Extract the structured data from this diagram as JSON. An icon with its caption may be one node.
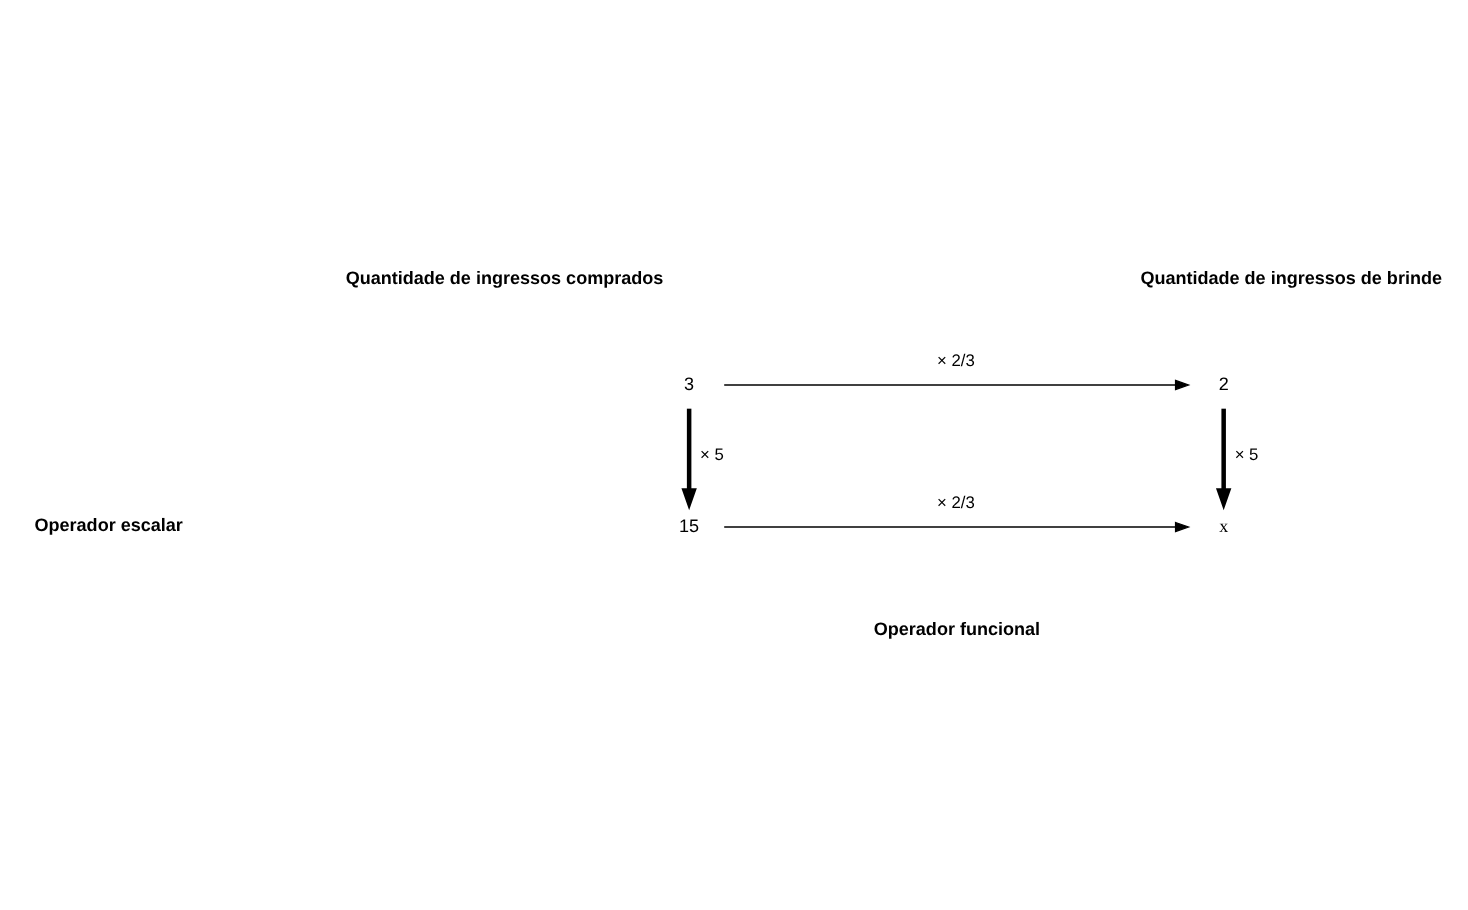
{
  "diagram": {
    "nodes": [
      {
        "text": [
          "3"
        ]
      },
      {
        "text": [
          "15"
        ]
      },
      {
        "text": [
          "2"
        ]
      },
      {
        "text": [
          "x"
        ]
      }
    ],
    "edges": [
      {
        "from": 0,
        "to": 2,
        "arrow": "to",
        "label": "× 2/3"
      },
      {
        "from": 1,
        "to": 3,
        "arrow": "to",
        "label": "× 2/3"
      },
      {
        "from": 0,
        "to": 1,
        "arrow": "to",
        "label": "× 5",
        "style": "thick"
      },
      {
        "from": 2,
        "to": 3,
        "arrow": "to",
        "label": "× 5",
        "style": "thick"
      }
    ],
    "labels": [
      "Quantidade de ingressos comprados",
      "Quantidade de ingressos de brinde",
      "Operador escalar",
      "Operador funcional"
    ]
  }
}
